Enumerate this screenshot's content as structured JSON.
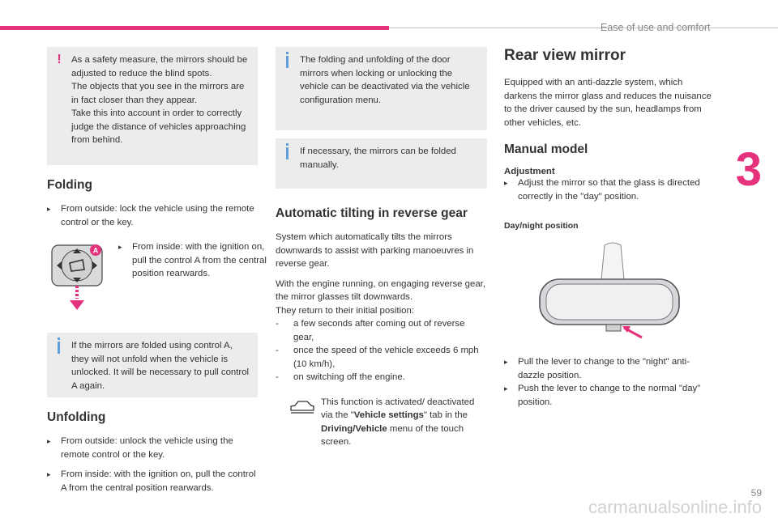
{
  "header": {
    "section_title": "Ease of use and comfort",
    "chapter_number": "3"
  },
  "col1": {
    "warning_lines": [
      "As a safety measure, the mirrors should be adjusted to reduce the blind spots.",
      "The objects that you see in the mirrors are in fact closer than they appear.",
      "Take this into account in order to correctly judge the distance of vehicles approaching from behind."
    ],
    "folding_title": "Folding",
    "folding_outside": "From outside: lock the vehicle using the remote control or the key.",
    "folding_inside": "From inside: with the ignition on, pull the control A from the central position rearwards.",
    "control_label": "A",
    "info_folded": "If the mirrors are folded using control A, they will not unfold when the vehicle is unlocked. It will be necessary to pull control A again.",
    "unfolding_title": "Unfolding",
    "unfolding_outside": "From outside: unlock the vehicle using the remote control or the key.",
    "unfolding_inside": "From inside: with the ignition on, pull the control A from the central position rearwards."
  },
  "col2": {
    "info_deactivate": "The folding and unfolding of the door mirrors when locking or unlocking the vehicle can be deactivated via the vehicle configuration menu.",
    "info_manual": "If necessary, the mirrors can be folded manually.",
    "tilt_title": "Automatic tilting in reverse gear",
    "tilt_desc": "System which automatically tilts the mirrors downwards to assist with parking manoeuvres in reverse gear.",
    "tilt_engine": "With the engine running, on engaging reverse gear, the mirror glasses tilt downwards.",
    "tilt_return": "They return to their initial position:",
    "tilt_items": [
      "a few seconds after coming out of reverse gear,",
      "once the speed of the vehicle exceeds 6 mph (10 km/h),",
      "on switching off the engine."
    ],
    "note_prefix": "This function is activated/ deactivated via the \"",
    "note_bold1": "Vehicle settings",
    "note_mid": "\" tab in the ",
    "note_bold2": "Driving/Vehicle",
    "note_suffix": " menu of the touch screen."
  },
  "col3": {
    "title": "Rear view mirror",
    "intro": "Equipped with an anti-dazzle system, which darkens the mirror glass and reduces the nuisance to the driver caused by the sun, headlamps from other vehicles, etc.",
    "manual_title": "Manual model",
    "adjustment_label": "Adjustment",
    "adjustment_text": "Adjust the mirror so that the glass is directed correctly in the \"day\" position.",
    "daynight_label": "Day/night position",
    "night_text": "Pull the lever to change to the \"night\" anti-dazzle position.",
    "day_text": "Push the lever to change to the normal \"day\" position."
  },
  "footer": {
    "page_number": "59",
    "watermark": "carmanualsonline.info"
  }
}
